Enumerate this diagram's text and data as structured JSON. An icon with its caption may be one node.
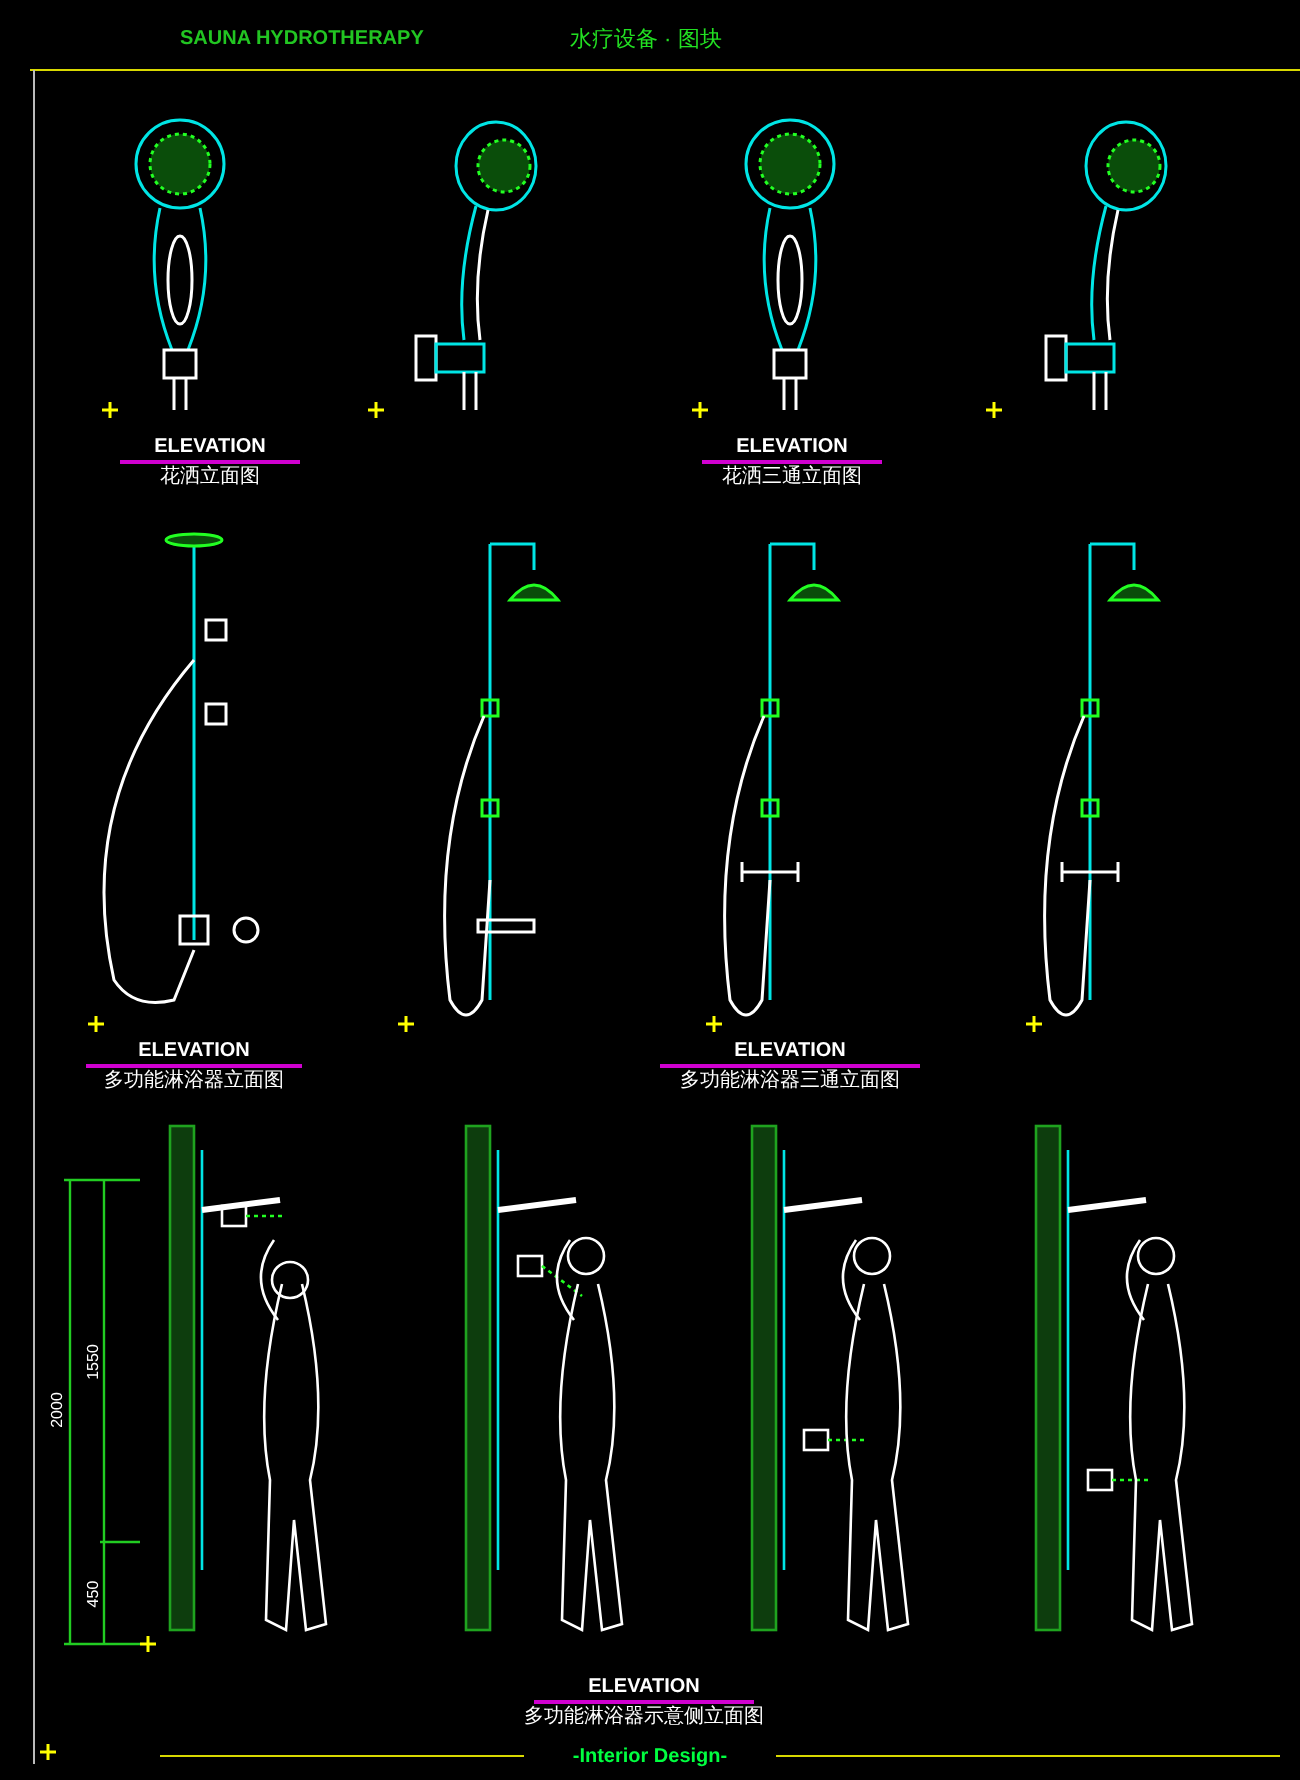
{
  "diagram": {
    "title": "水疗设备 · 图块",
    "labels": [
      "SAUNA HYDROTHERAPY",
      "ELEVATION",
      "花洒立面图",
      "ELEVATION",
      "花洒三通立面图",
      "ELEVATION",
      "多功能淋浴器立面图",
      "ELEVATION",
      "多功能淋浴器三通立面图",
      "2000",
      "1550",
      "450",
      "ELEVATION",
      "多功能淋浴器示意侧立面图",
      "-Interior Design-"
    ]
  }
}
